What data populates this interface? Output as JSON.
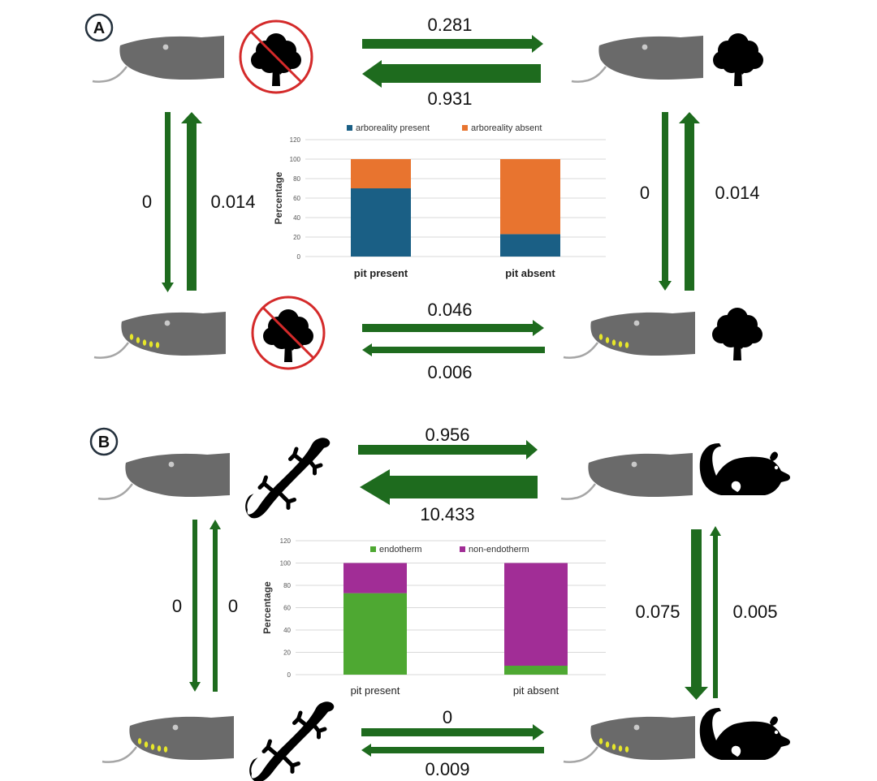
{
  "panels": [
    {
      "letter": "A",
      "rates": {
        "top_forward": "0.281",
        "top_backward": "0.931",
        "left_down": "0",
        "left_up": "0.014",
        "right_down": "0",
        "right_up": "0.014",
        "bottom_forward": "0.046",
        "bottom_backward": "0.006"
      }
    },
    {
      "letter": "B",
      "rates": {
        "top_forward": "0.956",
        "top_backward": "10.433",
        "left_down": "0",
        "left_up": "0",
        "right_down": "0.075",
        "right_up": "0.005",
        "bottom_forward": "0",
        "bottom_backward": "0.009"
      }
    }
  ],
  "icons": {
    "panel_a": [
      "no-tree-icon",
      "tree-icon"
    ],
    "panel_b": [
      "lizard-icon",
      "rodent-icon"
    ],
    "snake": "snake-head-icon",
    "pit": "pit-organ-dots"
  },
  "colors": {
    "arrow": "#1e6b1e",
    "snake": "#6a6a6a",
    "pit": "#e6e62a",
    "prohibition": "#d42a2a"
  },
  "chart_data": [
    {
      "type": "bar",
      "stacked": true,
      "categories": [
        "pit present",
        "pit absent"
      ],
      "series": [
        {
          "name": "arboreality present",
          "color": "#1a5f85",
          "values": [
            70,
            23
          ]
        },
        {
          "name": "arboreality absent",
          "color": "#e8742f",
          "values": [
            30,
            77
          ]
        }
      ],
      "ylabel": "Percentage",
      "ylim": [
        0,
        120
      ],
      "yticks": [
        "0",
        "20",
        "40",
        "60",
        "80",
        "100",
        "120"
      ],
      "legend": "top",
      "grid": true
    },
    {
      "type": "bar",
      "stacked": true,
      "categories": [
        "pit present",
        "pit absent"
      ],
      "series": [
        {
          "name": "endotherm",
          "color": "#4ea832",
          "values": [
            73,
            8
          ]
        },
        {
          "name": "non-endotherm",
          "color": "#a12d96",
          "values": [
            27,
            92
          ]
        }
      ],
      "ylabel": "Percentage",
      "ylim": [
        0,
        120
      ],
      "yticks": [
        "0",
        "20",
        "40",
        "60",
        "80",
        "100",
        "120"
      ],
      "legend": "top",
      "grid": true
    }
  ]
}
